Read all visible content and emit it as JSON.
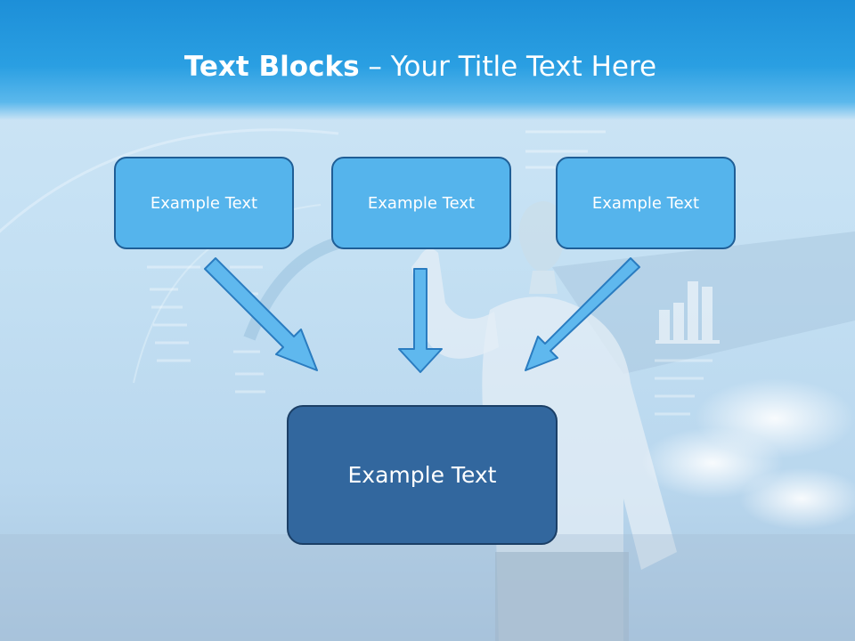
{
  "title": {
    "bold": "Text Blocks",
    "dash": " – ",
    "rest": "Your Title Text Here"
  },
  "blocks": {
    "top_left": "Example Text",
    "top_middle": "Example Text",
    "top_right": "Example Text",
    "bottom": "Example Text"
  },
  "colors": {
    "header": "#1d8fd8",
    "top_box_fill": "#55b4ec",
    "top_box_border": "#1f5e96",
    "bottom_box_fill": "#32679e",
    "arrow_fill": "#5fb8ee",
    "arrow_stroke": "#2a7cc0"
  }
}
